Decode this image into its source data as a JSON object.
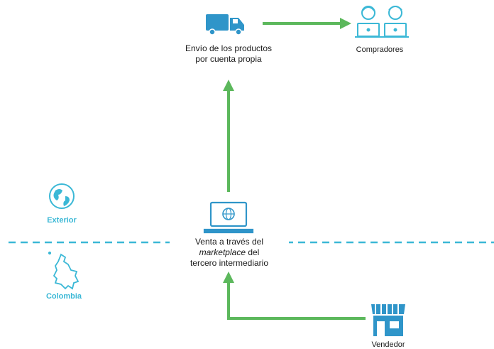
{
  "regions": {
    "exterior": "Exterior",
    "colombia": "Colombia"
  },
  "nodes": {
    "shipping": {
      "line1": "Envío de los productos",
      "line2": "por cuenta propia"
    },
    "buyers": {
      "label": "Compradores"
    },
    "marketplace": {
      "line1": "Venta a través del",
      "line2_italic": "marketplace",
      "line2_rest": " del",
      "line3": "tercero intermediario"
    },
    "seller": {
      "label": "Vendedor"
    }
  },
  "colors": {
    "arrow": "#5cb85c",
    "boundary": "#3bb8d6",
    "icon_blue": "#2f95c9",
    "icon_teal": "#3bb8d6",
    "text": "#1a1a1a"
  },
  "icons": [
    "truck-icon",
    "buyers-icon",
    "globe-icon",
    "colombia-map-icon",
    "laptop-globe-icon",
    "store-icon"
  ]
}
